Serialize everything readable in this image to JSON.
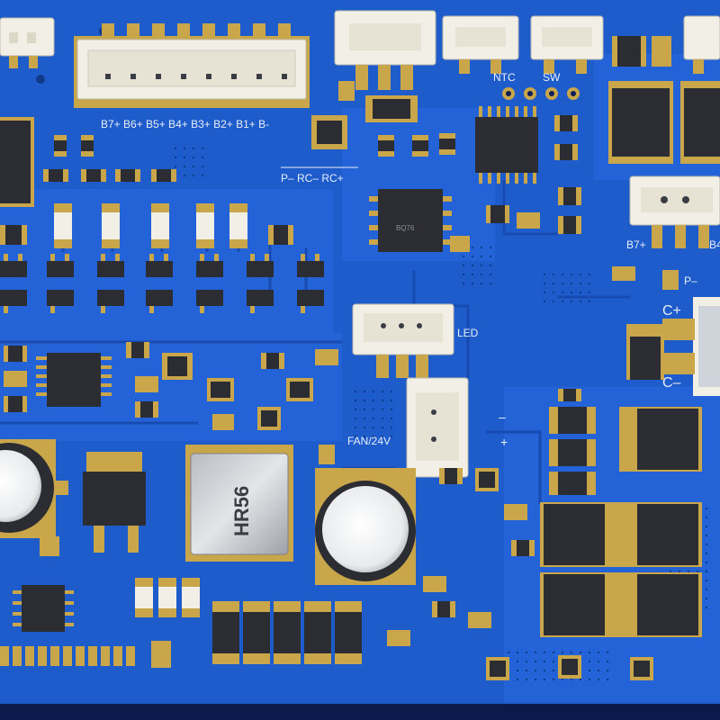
{
  "labels": {
    "cells": "B7+ B6+ B5+ B4+ B3+ B2+ B1+  B-",
    "p_rc": "P– RC– RC+",
    "ntc": "NTC",
    "sw": "SW",
    "b7": "B7+",
    "b4": "B4",
    "p_minus": "P–",
    "c_plus": "C+",
    "c_minus": "C–",
    "led": "LED",
    "fan": "FAN/24V",
    "minus": "–",
    "plus": "+",
    "inductor": "HR56",
    "chip": "BQ76"
  },
  "colors": {
    "board": "#1e5ccc",
    "copper": "#2d6fe0",
    "pad": "#c9a64a",
    "silk": "#e8eef8",
    "chip": "#2b2d33",
    "connector": "#f1efe6"
  }
}
